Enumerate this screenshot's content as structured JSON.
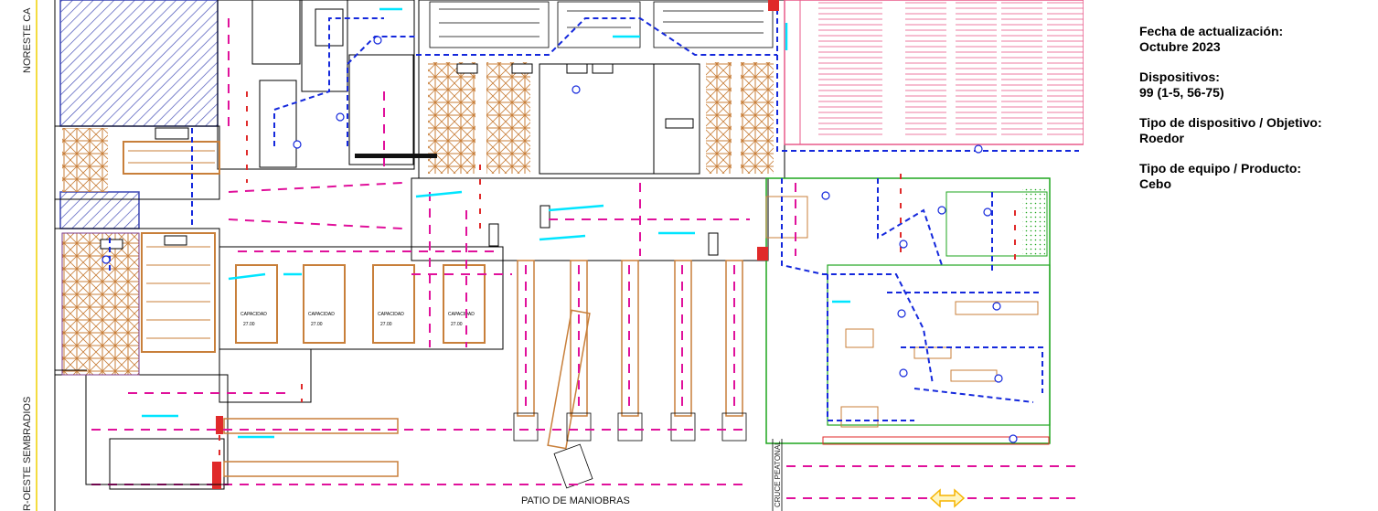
{
  "plan": {
    "labels": {
      "noreste": "NORESTE  CA",
      "suroeste": "R-OESTE SEMBRADIOS",
      "patio": "PATIO DE MANIOBRAS",
      "cruce": "CRUCE PEATONAL"
    },
    "colors": {
      "hatch": "#3c46b4",
      "walls": "#000000",
      "racks": "#c87f3a",
      "route_blue": "#1428dc",
      "route_magenta": "#e0119b",
      "route_cyan": "#00e5ff",
      "route_red": "#e02a2a",
      "pink_zone": "#e85a8a",
      "green_zone": "#1ea51e",
      "arrow": "#f5b400"
    }
  },
  "info": {
    "update_label": "Fecha de actualización:",
    "update_value": "Octubre 2023",
    "devices_label": "Dispositivos:",
    "devices_value": "99 (1-5, 56-75)",
    "type_label": "Tipo de dispositivo / Objetivo:",
    "type_value": "Roedor",
    "equipment_label": "Tipo de equipo / Producto:",
    "equipment_value": "Cebo"
  }
}
